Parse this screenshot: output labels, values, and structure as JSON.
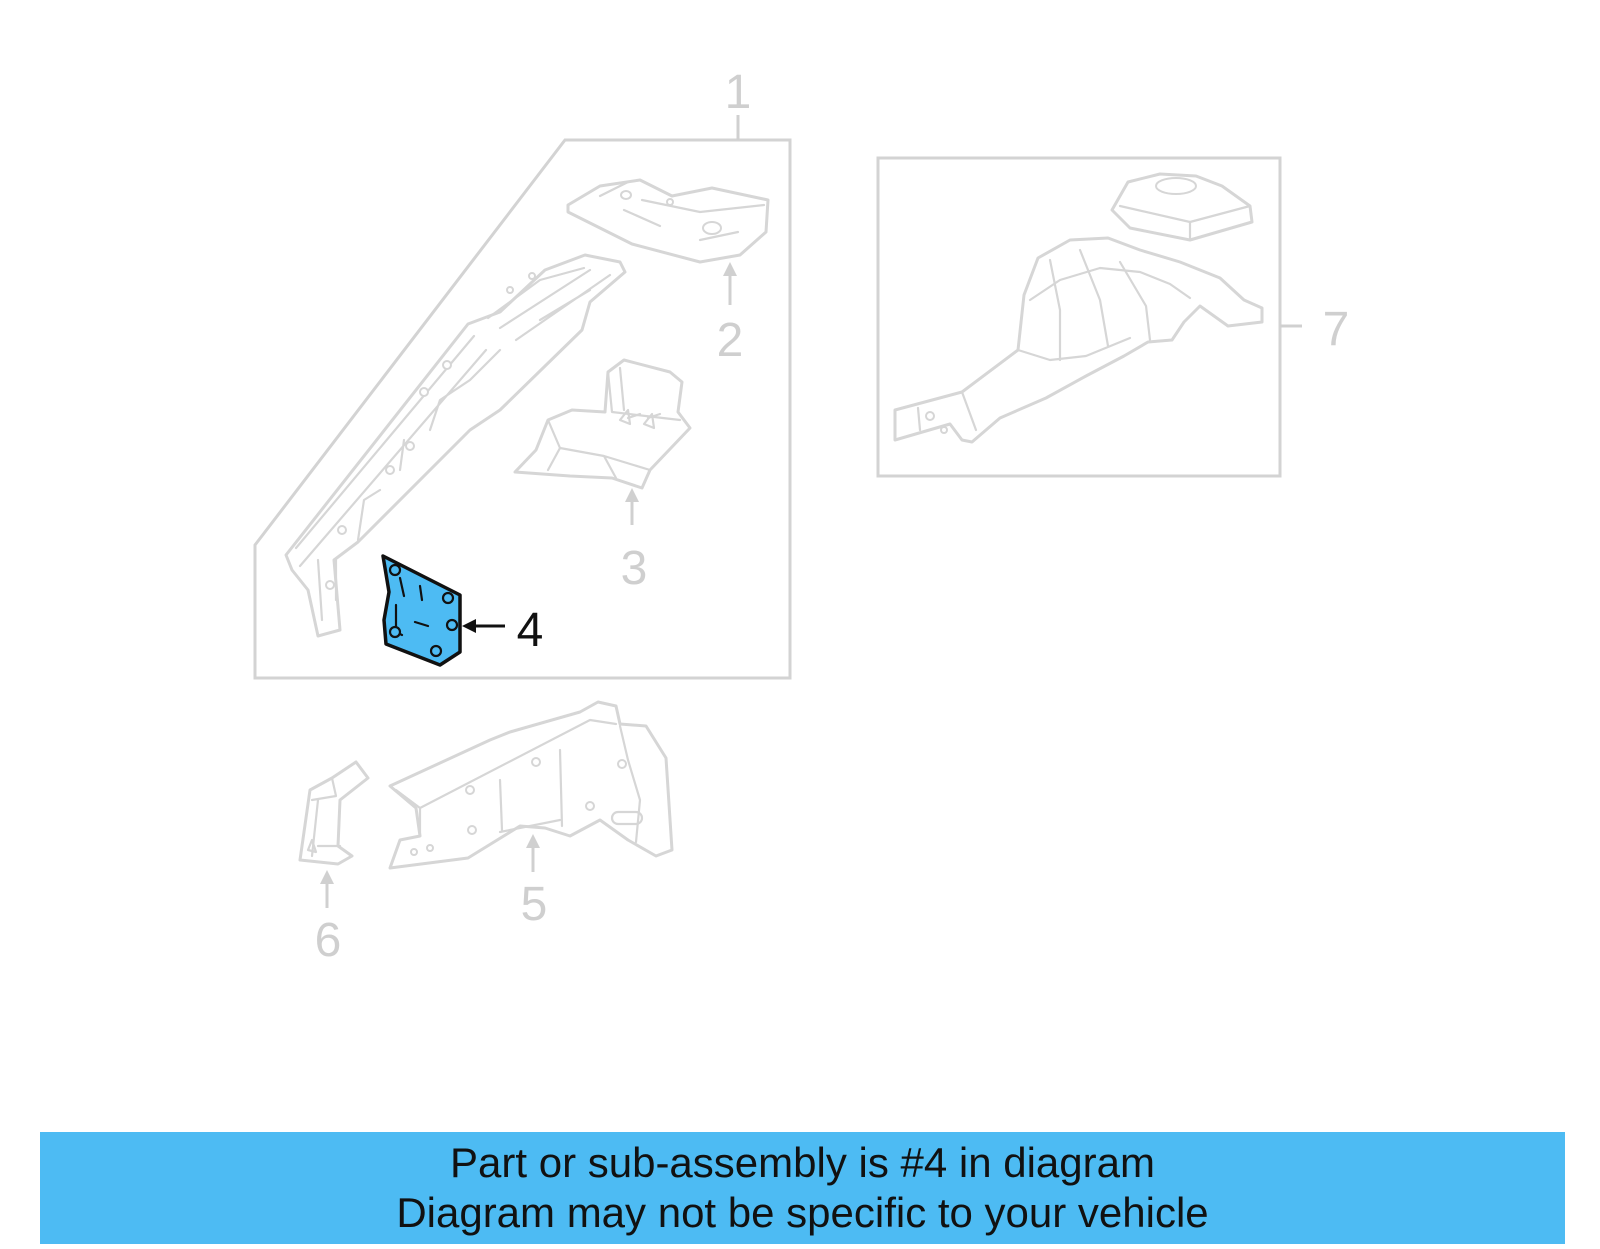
{
  "diagram": {
    "callouts": {
      "c1": "1",
      "c2": "2",
      "c3": "3",
      "c4": "4",
      "c5": "5",
      "c6": "6",
      "c7": "7"
    },
    "highlighted_callout": "4",
    "colors": {
      "highlight": "#4dbbf3",
      "outline_gray": "#d6d6d6",
      "highlight_outline": "#111111"
    }
  },
  "banner": {
    "line1": "Part or sub-assembly is #4 in diagram",
    "line2": "Diagram may not be specific to your vehicle",
    "background": "#4dbbf3"
  }
}
